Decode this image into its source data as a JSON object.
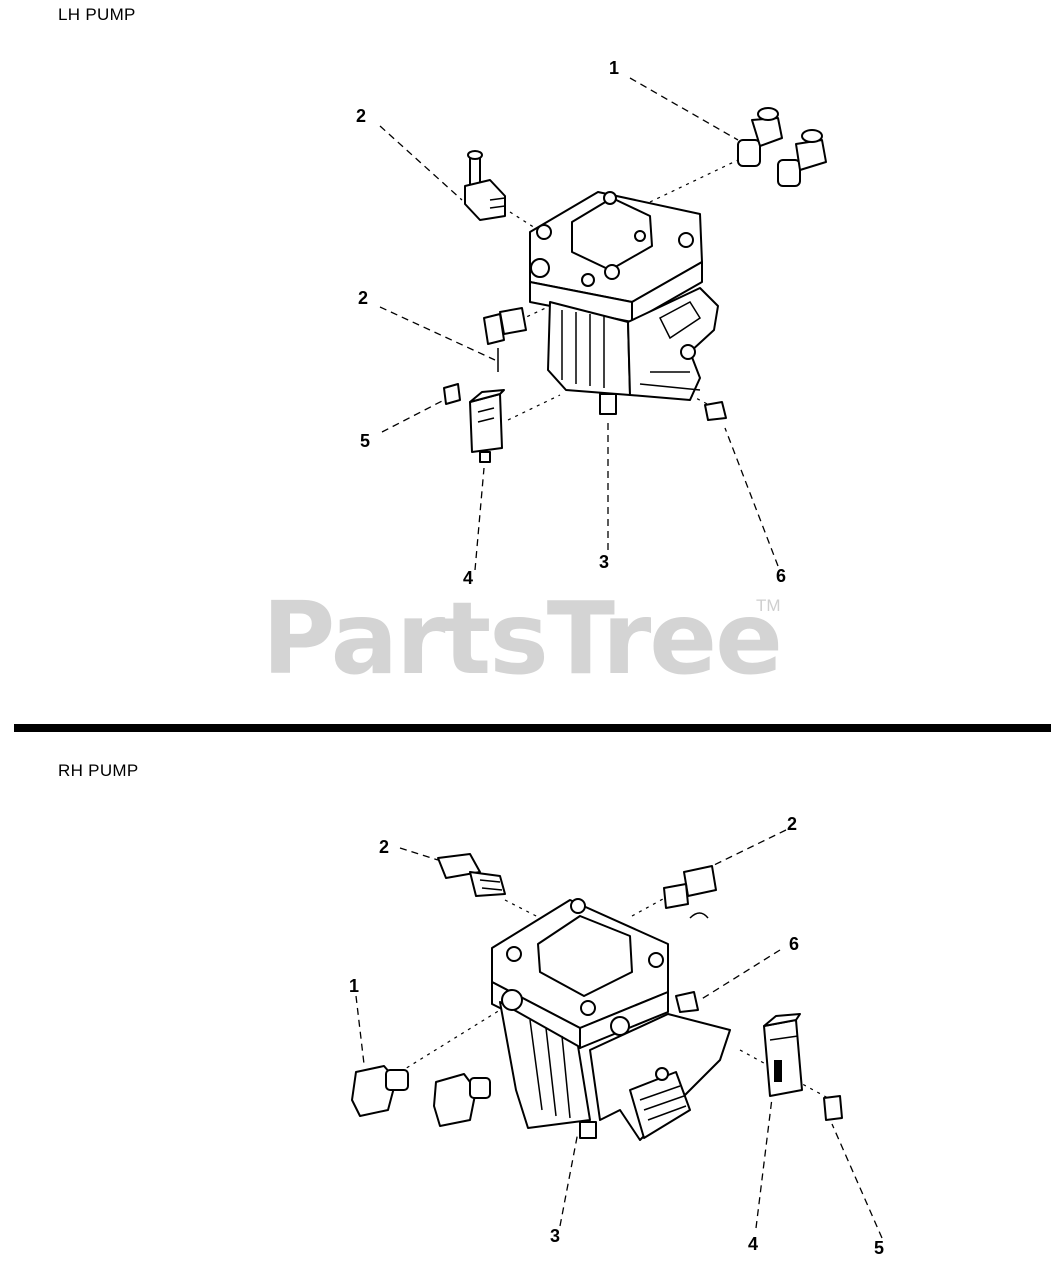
{
  "sections": {
    "lh": {
      "title": "LH PUMP",
      "callouts": [
        "1",
        "2",
        "2",
        "5",
        "4",
        "3",
        "6"
      ]
    },
    "rh": {
      "title": "RH PUMP",
      "callouts": [
        "2",
        "2",
        "6",
        "1",
        "3",
        "4",
        "5"
      ]
    }
  },
  "watermark": {
    "text": "PartsTree",
    "mark": "TM"
  }
}
